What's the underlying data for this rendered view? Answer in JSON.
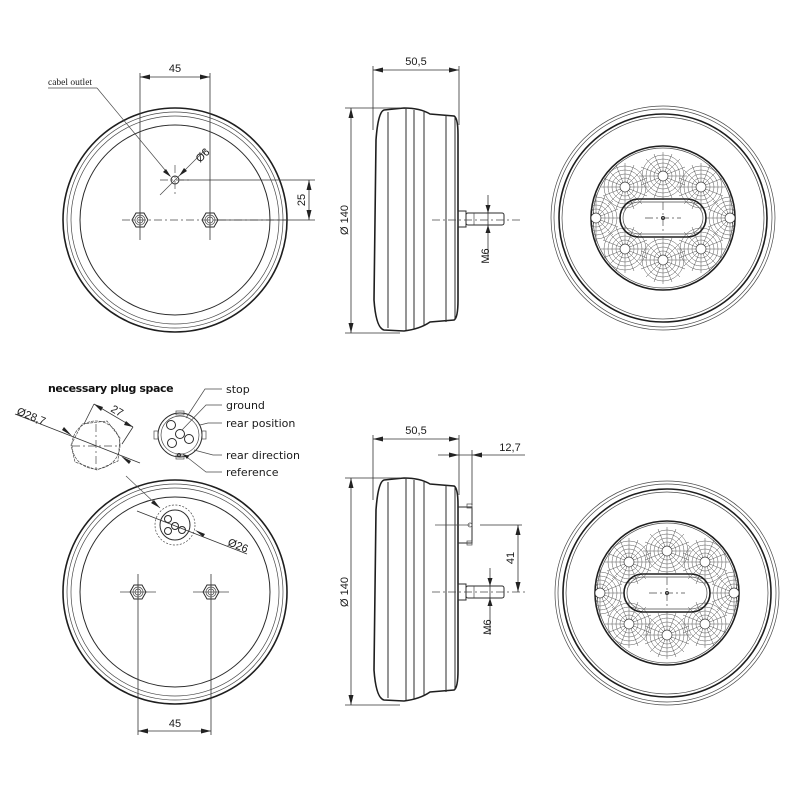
{
  "drawing": {
    "top_rear_view": {
      "cable_outlet_label": "cabel outlet",
      "hole_spacing": "45",
      "outlet_diameter": "Ø6",
      "outlet_offset": "25"
    },
    "top_side_view": {
      "depth": "50,5",
      "diameter": "Ø 140",
      "thread": "M6"
    },
    "bottom_plug_detail": {
      "title": "necessary plug space",
      "plug_diameter": "Ø28,7",
      "plug_width": "27",
      "pins": [
        "stop",
        "ground",
        "rear position",
        "rear direction",
        "reference"
      ]
    },
    "bottom_rear_view": {
      "socket_diameter": "Ø26",
      "hole_spacing": "45"
    },
    "bottom_side_view": {
      "depth": "50,5",
      "socket_depth": "12,7",
      "socket_offset": "41",
      "diameter": "Ø 140",
      "thread": "M6"
    }
  }
}
